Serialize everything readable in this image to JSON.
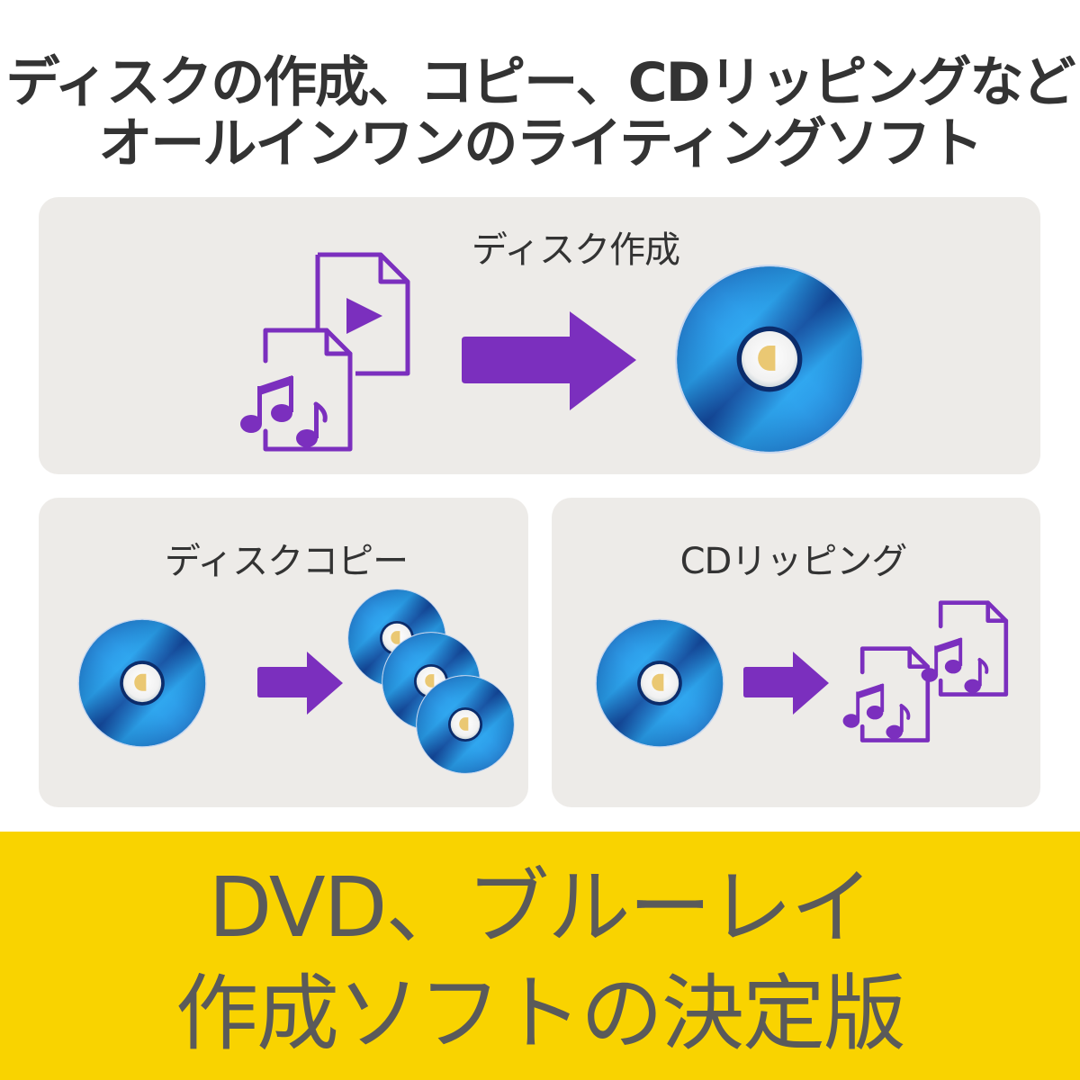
{
  "headline": {
    "line1": "ディスクの作成、コピー、CDリッピングなど",
    "line2": "オールインワンのライティングソフト"
  },
  "panels": {
    "disc_creation": {
      "title": "ディスク作成",
      "icons": [
        "video-file-icon",
        "music-file-icon",
        "arrow-right-icon",
        "disc-icon"
      ]
    },
    "disc_copy": {
      "title": "ディスクコピー",
      "icons": [
        "disc-icon",
        "arrow-right-icon",
        "disc-stack-icon"
      ]
    },
    "cd_ripping": {
      "title": "CDリッピング",
      "icons": [
        "disc-icon",
        "arrow-right-icon",
        "music-file-icon",
        "music-file-icon"
      ]
    }
  },
  "banner": {
    "line1": "DVD、ブルーレイ",
    "line2": "作成ソフトの決定版"
  },
  "colors": {
    "accent_purple": "#7b2fbe",
    "panel_bg": "#edebe8",
    "banner_yellow": "#f9d300",
    "headline_text": "#333333",
    "banner_text": "#5a5a5a",
    "disc_blue": "#1565c0"
  }
}
